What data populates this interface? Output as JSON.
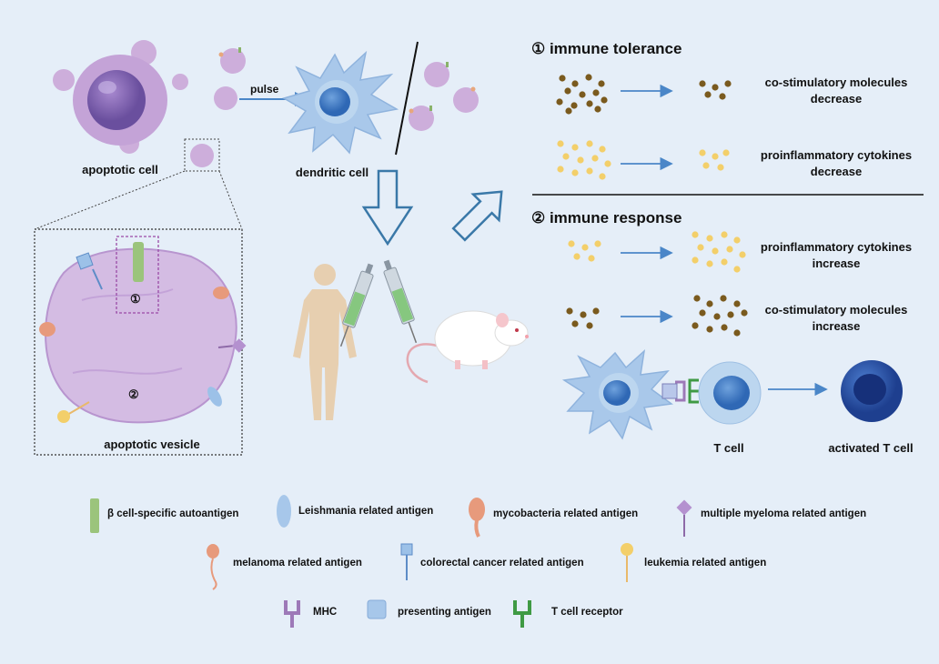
{
  "labels": {
    "apoptotic_cell": "apoptotic cell",
    "dendritic_cell": "dendritic cell",
    "pulse": "pulse",
    "apoptotic_vesicle": "apoptotic vesicle",
    "marker1": "①",
    "marker2": "②",
    "t_cell": "T cell",
    "activated_t_cell": "activated T cell"
  },
  "tolerance": {
    "title": "① immune tolerance",
    "costim": [
      "co-stimulatory molecules",
      "decrease"
    ],
    "proinflam": [
      "proinflammatory cytokines",
      "decrease"
    ]
  },
  "response": {
    "title": "② immune response",
    "proinflam": [
      "proinflammatory cytokines",
      "increase"
    ],
    "costim": [
      "co-stimulatory molecules",
      "increase"
    ]
  },
  "legend": [
    "β cell-specific autoantigen",
    "Leishmania related antigen",
    "mycobacteria related antigen",
    "multiple myeloma related antigen",
    "melanoma related antigen",
    "colorectal cancer related antigen",
    "leukemia related antigen",
    "MHC",
    "presenting antigen",
    "T cell receptor"
  ],
  "colors": {
    "background": "#e5eef8",
    "arrow_blue": "#4a86c8",
    "brown_dot": "#7a5a1e",
    "yellow_dot": "#f3cf6a",
    "vesicle": "#cfb4de",
    "apoptotic_cell": "#b68fcd",
    "dendritic": "#a9c8ea",
    "t_cell": "#bcd6ef",
    "activated_t_cell": "#2f56a8"
  }
}
